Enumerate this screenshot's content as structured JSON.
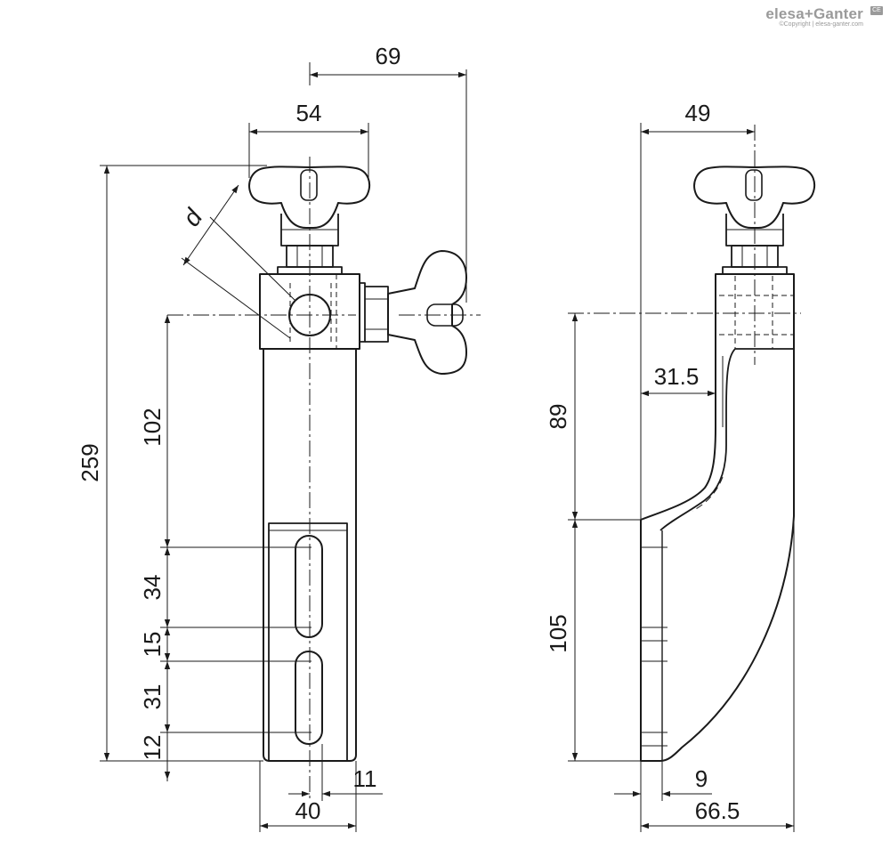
{
  "logo": {
    "brand": "elesa+Ganter",
    "copyright": "©Copyright | elesa-ganter.com",
    "badge": "CE"
  },
  "front_view": {
    "dim_overall_width": "69",
    "dim_knob_width": "54",
    "dim_total_height": "259",
    "dim_hole_diameter": "d",
    "dim_hole_to_slot": "102",
    "dim_slot_one": "34",
    "dim_slot_gap": "15",
    "dim_slot_two": "31",
    "dim_slot_bottom": "12",
    "dim_base_width": "40",
    "dim_slot_offset": "11"
  },
  "side_view": {
    "dim_top_width": "49",
    "dim_arm_offset": "31.5",
    "dim_upper_height": "89",
    "dim_lower_height": "105",
    "dim_plate_thickness": "9",
    "dim_overall_depth": "66.5"
  }
}
